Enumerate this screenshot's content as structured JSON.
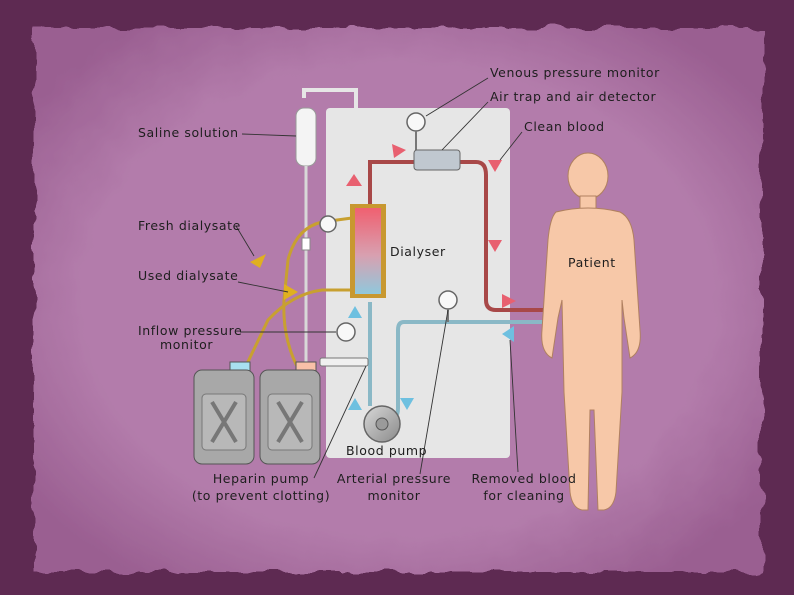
{
  "labels": {
    "venous_pressure_monitor": "Venous pressure monitor",
    "air_trap": "Air trap and air detector",
    "clean_blood": "Clean blood",
    "saline_solution": "Saline solution",
    "fresh_dialysate": "Fresh dialysate",
    "dialyser": "Dialyser",
    "patient": "Patient",
    "used_dialysate": "Used dialysate",
    "inflow_pressure_monitor_1": "Inflow pressure",
    "inflow_pressure_monitor_2": "monitor",
    "blood_pump": "Blood pump",
    "heparin_pump_1": "Heparin pump",
    "heparin_pump_2": "(to prevent clotting)",
    "arterial_pressure_monitor_1": "Arterial pressure",
    "arterial_pressure_monitor_2": "monitor",
    "removed_blood_1": "Removed blood",
    "removed_blood_2": "for cleaning"
  },
  "colors": {
    "background_mauve": "#b07aa8",
    "frame_dark": "#5e2a52",
    "clean_blood_tube": "#a84848",
    "removed_blood_tube": "#7aa6b4",
    "dialysate_tube": "#c8a030",
    "skin": "#f7c8a8",
    "machine_panel": "#e4e4e4"
  }
}
